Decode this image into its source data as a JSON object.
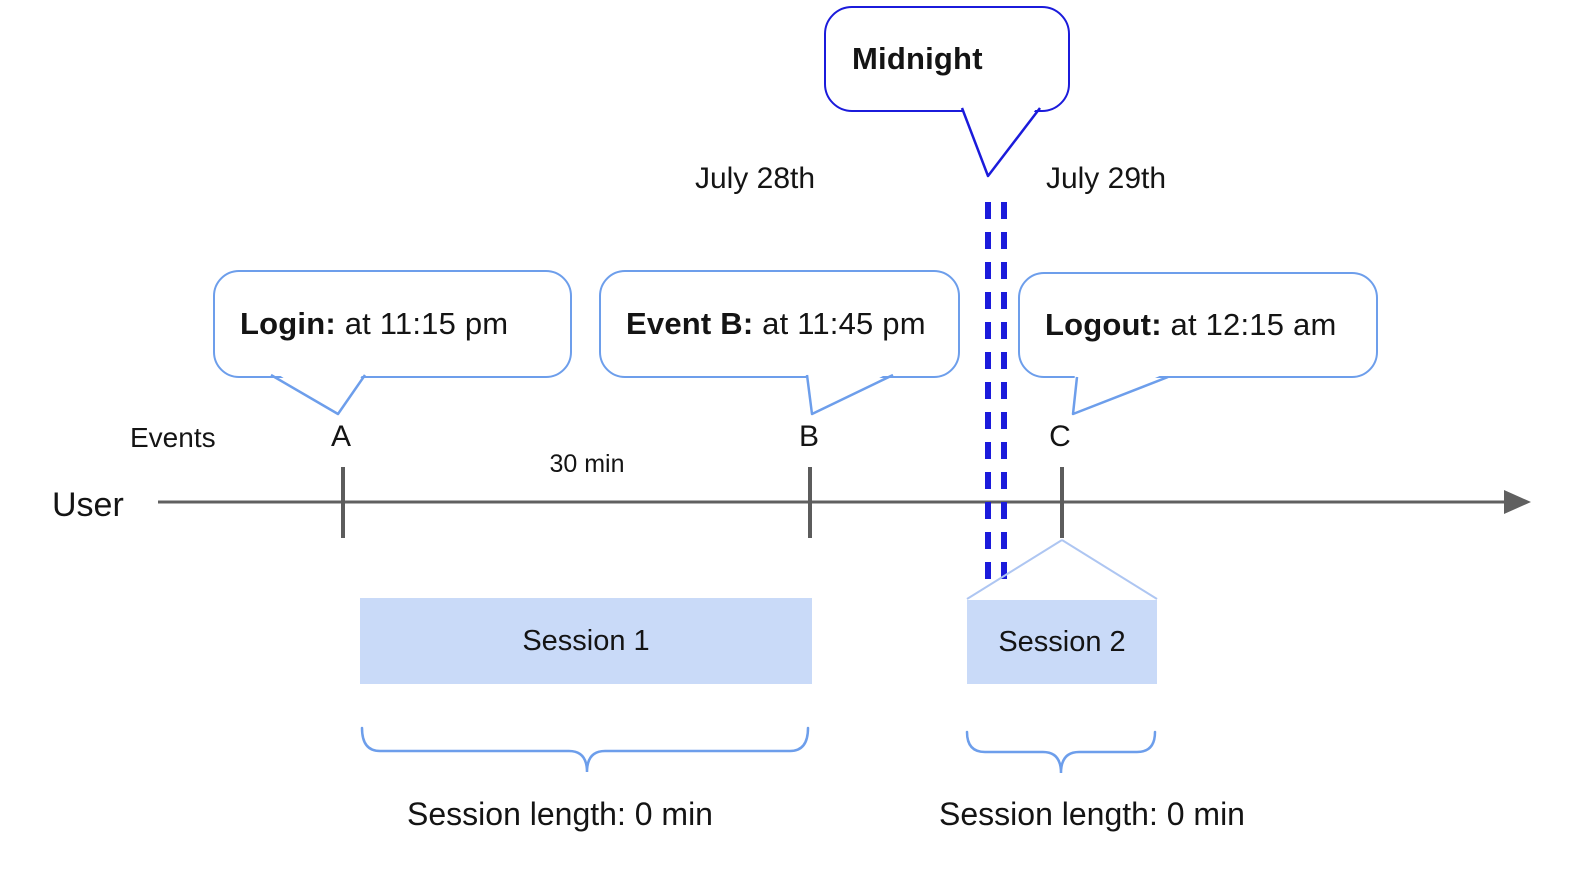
{
  "diagram": {
    "midnight_callout": "Midnight",
    "date_left": "July 28th",
    "date_right": "July 29th",
    "events_axis_label": "Events",
    "user_label": "User",
    "interval_label": "30 min",
    "event_markers": [
      "A",
      "B",
      "C"
    ],
    "callouts": [
      {
        "title": "Login:",
        "detail": " at 11:15 pm"
      },
      {
        "title": "Event B:",
        "detail": " at 11:45 pm"
      },
      {
        "title": "Logout:",
        "detail": " at 12:15 am"
      }
    ],
    "sessions": [
      {
        "name": "Session 1",
        "length": "Session length: 0 min"
      },
      {
        "name": "Session 2",
        "length": "Session length: 0 min"
      }
    ]
  },
  "colors": {
    "accent-light-blue": "#6d9eeb",
    "accent-dark-blue": "#1b1bdb",
    "session-fill": "#c9daf8",
    "funnel-line": "#aec6f2",
    "axis-gray": "#606060",
    "tick-gray": "#5c5c5c",
    "text-black": "#141414"
  }
}
